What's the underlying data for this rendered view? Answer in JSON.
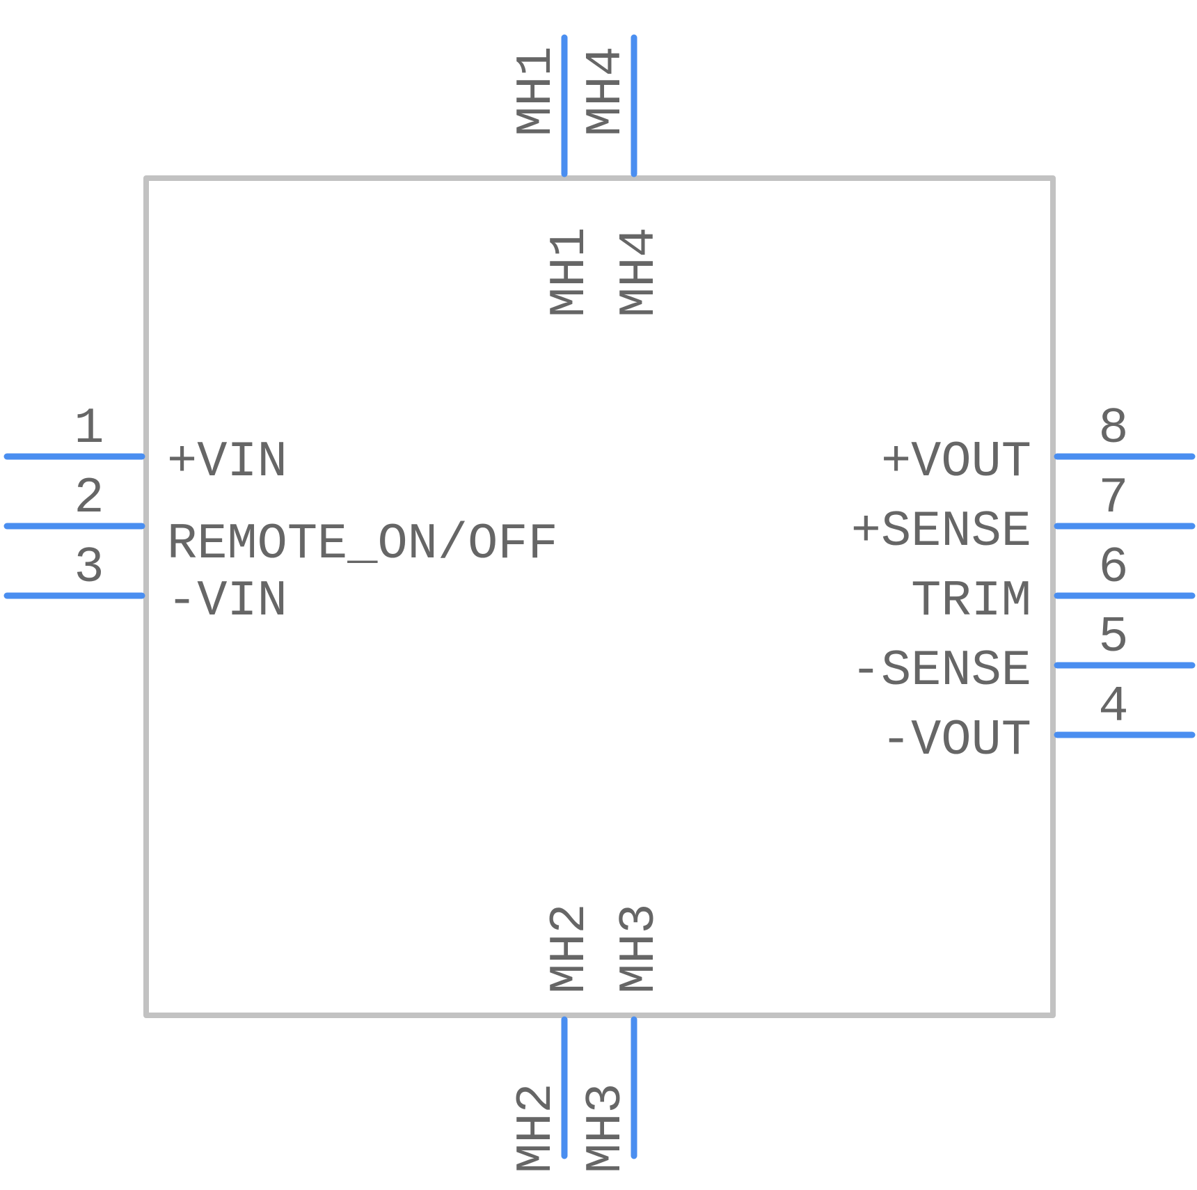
{
  "colors": {
    "background": "#ffffff",
    "body_outline": "#c2c2c2",
    "pin": "#4a8ef0",
    "text": "#666666"
  },
  "left_pins": [
    {
      "number": "1",
      "name": "+VIN"
    },
    {
      "number": "2",
      "name": "REMOTE_ON/OFF"
    },
    {
      "number": "3",
      "name": "-VIN"
    }
  ],
  "right_pins": [
    {
      "number": "8",
      "name": "+VOUT"
    },
    {
      "number": "7",
      "name": "+SENSE"
    },
    {
      "number": "6",
      "name": "TRIM"
    },
    {
      "number": "5",
      "name": "-SENSE"
    },
    {
      "number": "4",
      "name": "-VOUT"
    }
  ],
  "top_pins": [
    {
      "number": "MH1",
      "name": "MH1"
    },
    {
      "number": "MH4",
      "name": "MH4"
    }
  ],
  "bottom_pins": [
    {
      "number": "MH2",
      "name": "MH2"
    },
    {
      "number": "MH3",
      "name": "MH3"
    }
  ]
}
